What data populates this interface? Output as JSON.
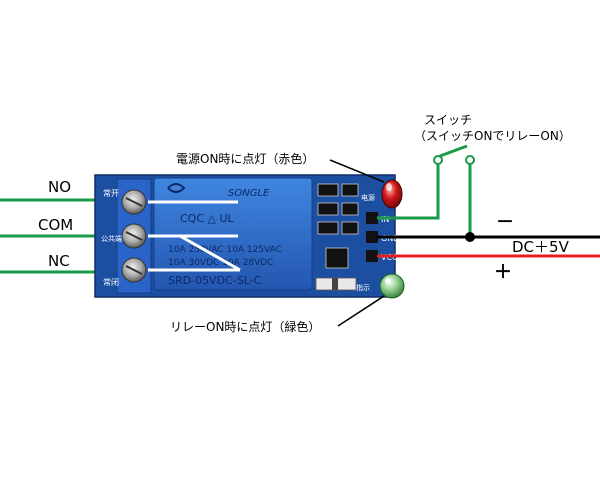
{
  "labels": {
    "no": "NO",
    "com": "COM",
    "nc": "NC",
    "power_led": "電源ON時に点灯（赤色）",
    "relay_led": "リレーON時に点灯（緑色）",
    "switch_title": "スイッチ",
    "switch_sub": "（スイッチONでリレーON）",
    "minus": "－",
    "plus": "＋",
    "dc": "DC＋5V"
  },
  "board": {
    "relay_brand": "SONGLE",
    "rating1": "10A 250VAC  10A 125VAC",
    "rating2": "10A 30VDC  10A 28VDC",
    "model": "SRD-05VDC-SL-C",
    "pin_in": "IN",
    "pin_gnd": "GND",
    "pin_vcc": "VCC",
    "term_labels": [
      "常开",
      "公共端",
      "常闭"
    ],
    "led_power_text": "电源",
    "led_relay_text": "指示"
  },
  "colors": {
    "board": "#1d4fa0",
    "relay": "#2c6fcf",
    "wire_green": "#1a9a49",
    "wire_red": "#e61e1e",
    "wire_black": "#000000",
    "led_red": "#d01818",
    "led_green": "#3aa83a"
  }
}
